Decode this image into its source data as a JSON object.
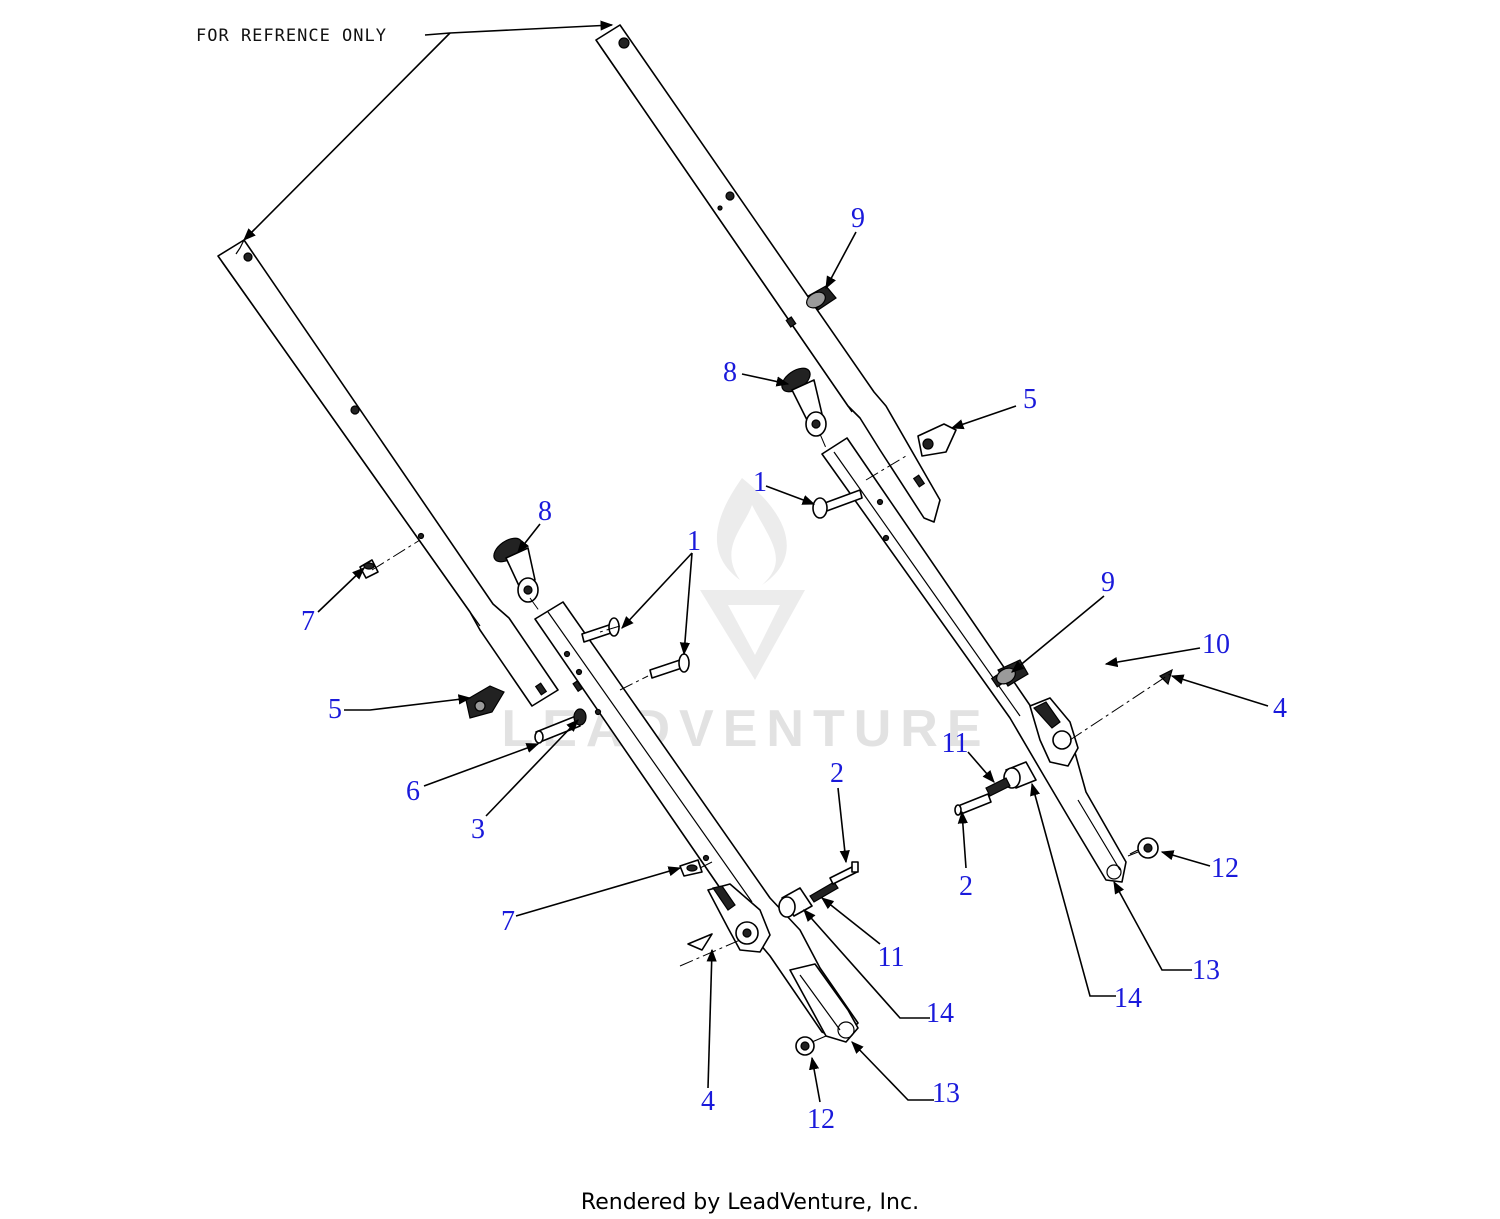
{
  "diagram": {
    "reference_note": "FOR REFRENCE ONLY",
    "watermark": "LEADVENTURE",
    "footer": "Rendered by LeadVenture, Inc.",
    "callouts": {
      "left": [
        "1",
        "8",
        "7",
        "5",
        "6",
        "3",
        "2",
        "7",
        "11",
        "4",
        "14",
        "12",
        "13"
      ],
      "right": [
        "9",
        "8",
        "5",
        "1",
        "9",
        "10",
        "4",
        "11",
        "2",
        "12",
        "14",
        "13"
      ]
    }
  }
}
